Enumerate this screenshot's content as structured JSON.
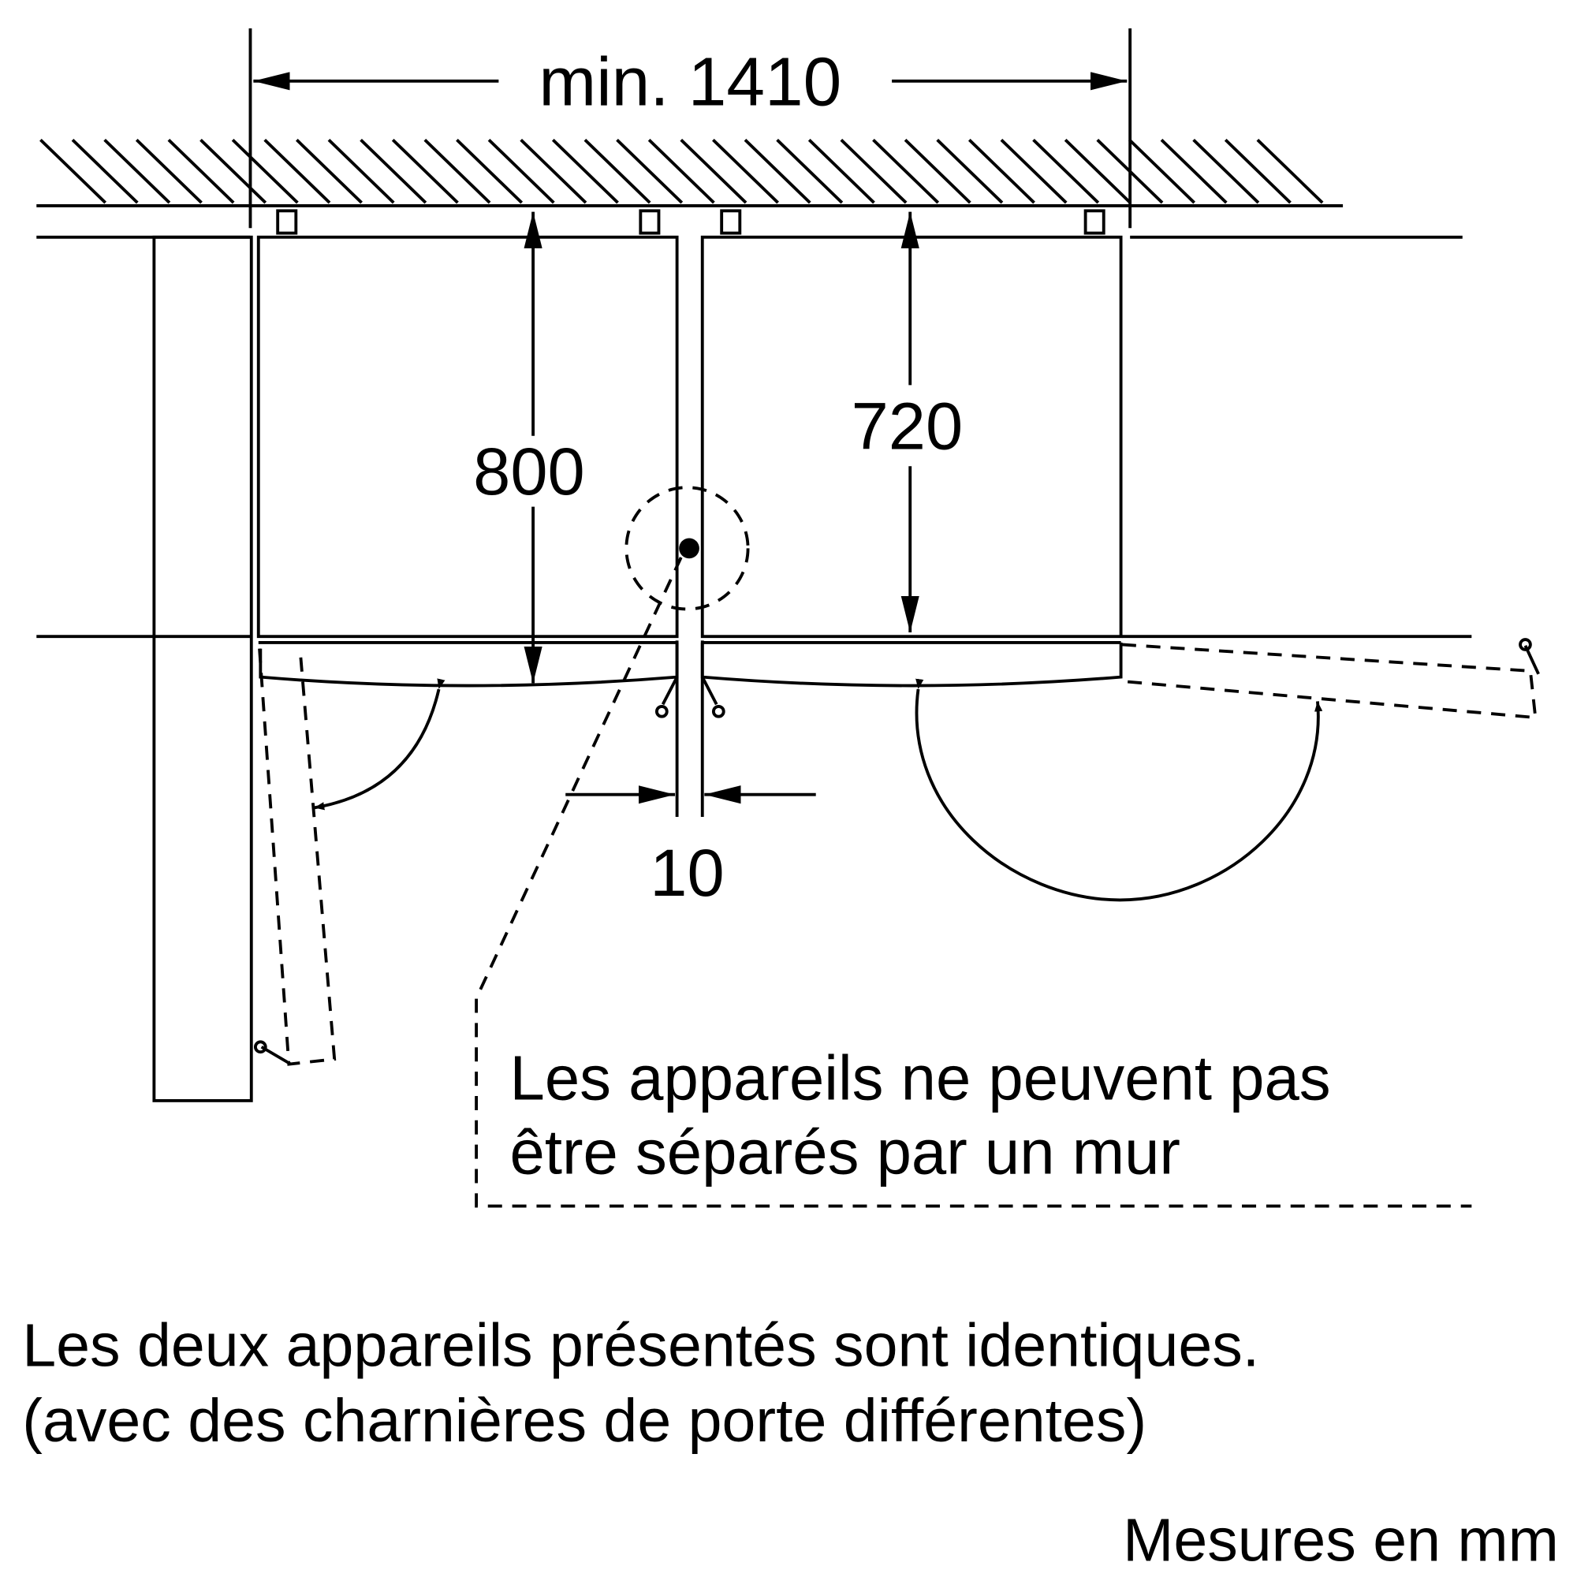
{
  "dimensions": {
    "min_width": "min. 1410",
    "depth_with_door": "800",
    "depth_body": "720",
    "gap": "10"
  },
  "notes": {
    "wall_note_line1": "Les appareils ne peuvent pas",
    "wall_note_line2": "être séparés par un mur",
    "identical_line1": "Les deux appareils présentés sont identiques.",
    "identical_line2": "(avec des charnières de porte différentes)",
    "units": "Mesures en mm"
  }
}
